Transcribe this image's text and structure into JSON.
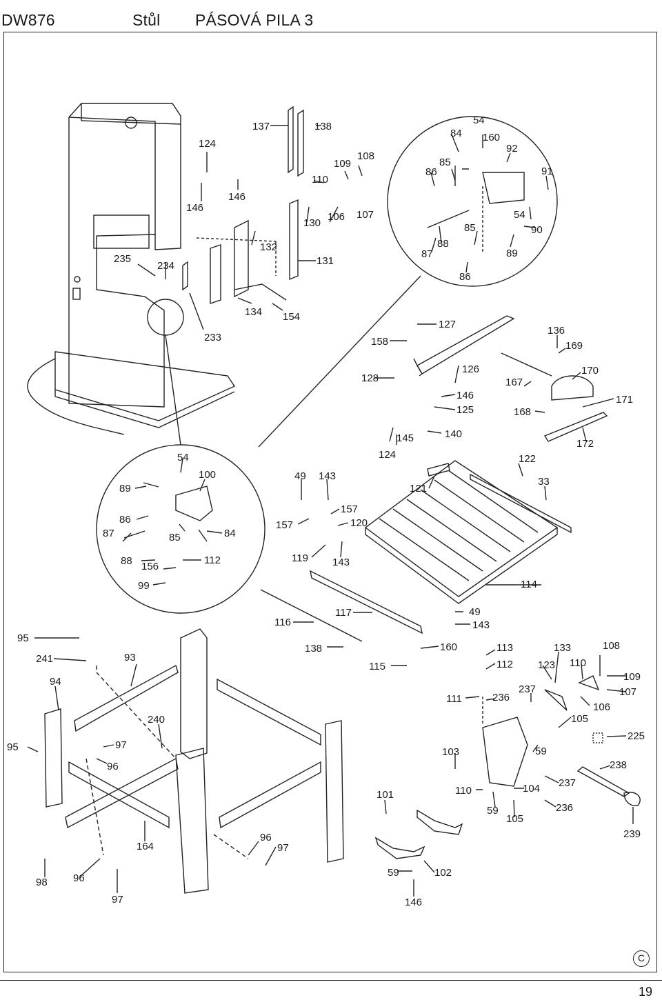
{
  "header": {
    "model": "DW876",
    "section": "Stůl",
    "title": "PÁSOVÁ PILA 3"
  },
  "footer": {
    "page_number": "19",
    "copyright_symbol": "C"
  },
  "part_labels": [
    "137",
    "138",
    "124",
    "146",
    "146",
    "109",
    "108",
    "110",
    "107",
    "106",
    "130",
    "131",
    "132",
    "235",
    "234",
    "134",
    "154",
    "233",
    "54",
    "84",
    "160",
    "92",
    "85",
    "86",
    "91",
    "54",
    "90",
    "85",
    "88",
    "87",
    "89",
    "86",
    "127",
    "158",
    "126",
    "128",
    "146",
    "125",
    "145",
    "140",
    "124",
    "136",
    "169",
    "170",
    "167",
    "168",
    "171",
    "172",
    "54",
    "100",
    "89",
    "86",
    "87",
    "85",
    "84",
    "88",
    "156",
    "112",
    "99",
    "49",
    "143",
    "157",
    "120",
    "157",
    "119",
    "143",
    "121",
    "122",
    "33",
    "114",
    "116",
    "117",
    "49",
    "143",
    "138",
    "160",
    "115",
    "113",
    "112",
    "111",
    "236",
    "237",
    "133",
    "108",
    "123",
    "110",
    "109",
    "107",
    "106",
    "105",
    "225",
    "103",
    "59",
    "238",
    "237",
    "236",
    "110",
    "104",
    "59",
    "105",
    "239",
    "101",
    "102",
    "59",
    "146",
    "95",
    "241",
    "94",
    "93",
    "240",
    "95",
    "97",
    "96",
    "164",
    "96",
    "97",
    "98",
    "96",
    "97"
  ]
}
